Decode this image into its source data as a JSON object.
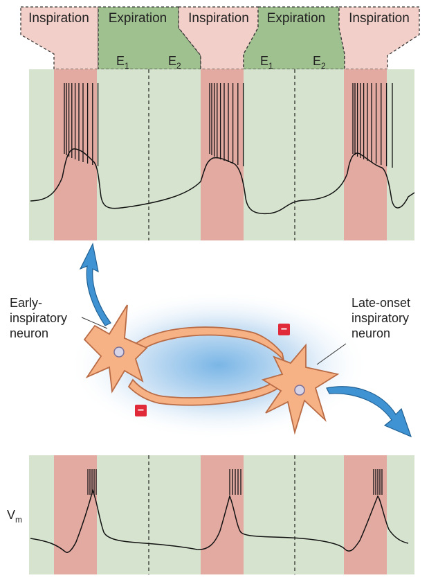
{
  "phases": {
    "inspiration": "Inspiration",
    "expiration": "Expiration",
    "e1_letter": "E",
    "e1_index": "1",
    "e2_letter": "E",
    "e2_index": "2"
  },
  "labels": {
    "early_neuron": "Early-\ninspiratory\nneuron",
    "late_neuron": "Late-onset\ninspiratory\nneuron",
    "vm_letter": "V",
    "vm_index": "m",
    "inhibit_sign": "−"
  },
  "colors": {
    "inspiration_band": "#e3aaa2",
    "inspiration_header": "#f2cfc8",
    "expiration_band": "#d6e4cf",
    "expiration_header": "#9fc08f",
    "neuron_fill": "#f6b184",
    "neuron_stroke": "#b96b45",
    "arrow": "#3f93d3",
    "inhibit": "#e02a3a"
  }
}
